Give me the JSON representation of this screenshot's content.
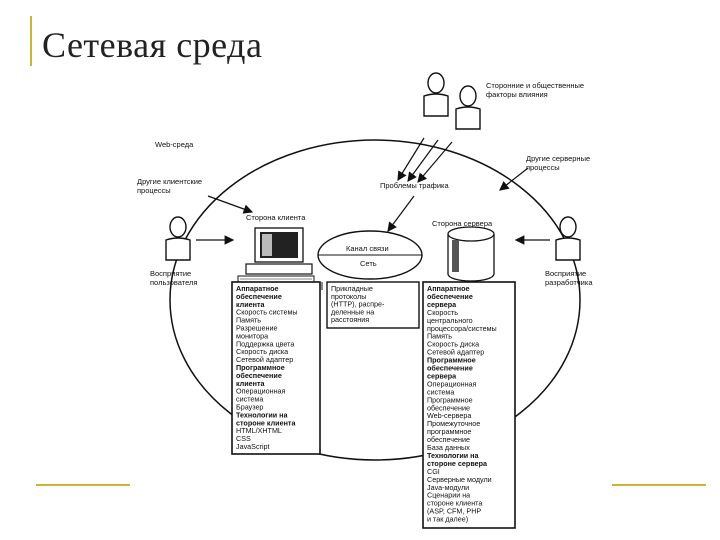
{
  "slide": {
    "title": "Сетевая среда"
  },
  "diagram": {
    "web_env_label": "Web-среда",
    "external_factors": [
      "Сторонние и общественные",
      "факторы влияния"
    ],
    "other_server_processes": [
      "Другие серверные",
      "процессы"
    ],
    "other_client_processes": [
      "Другие клиентские",
      "процессы"
    ],
    "traffic_problems": "Проблемы трафика",
    "client_side": "Сторона клиента",
    "server_side": "Сторона сервера",
    "channel": "Канал связи",
    "network": "Сеть",
    "user_perception": [
      "Восприятие",
      "пользователя"
    ],
    "developer_perception": [
      "Восприятие",
      "разработчика"
    ],
    "client_box": [
      {
        "text": "Аппаратное",
        "bold": true
      },
      {
        "text": "обеспечение",
        "bold": true
      },
      {
        "text": "клиента",
        "bold": true
      },
      {
        "text": "Скорость системы",
        "bold": false
      },
      {
        "text": "Память",
        "bold": false
      },
      {
        "text": "Разрешение",
        "bold": false
      },
      {
        "text": "монитора",
        "bold": false
      },
      {
        "text": "Поддержка цвета",
        "bold": false
      },
      {
        "text": "Скорость диска",
        "bold": false
      },
      {
        "text": "Сетевой адаптер",
        "bold": false
      },
      {
        "text": "Программное",
        "bold": true
      },
      {
        "text": "обеспечение",
        "bold": true
      },
      {
        "text": "клиента",
        "bold": true
      },
      {
        "text": "Операционная",
        "bold": false
      },
      {
        "text": "система",
        "bold": false
      },
      {
        "text": "Браузер",
        "bold": false
      },
      {
        "text": "Технологии на",
        "bold": true
      },
      {
        "text": "стороне клиента",
        "bold": true
      },
      {
        "text": "HTML/XHTML",
        "bold": false
      },
      {
        "text": "CSS",
        "bold": false
      },
      {
        "text": "JavaScript",
        "bold": false
      }
    ],
    "protocol_box": [
      {
        "text": "Прикладные",
        "bold": false
      },
      {
        "text": "протоколы",
        "bold": false
      },
      {
        "text": "(HTTP), распре-",
        "bold": false
      },
      {
        "text": "деленные на",
        "bold": false
      },
      {
        "text": "расстояния",
        "bold": false
      }
    ],
    "server_box": [
      {
        "text": "Аппаратное",
        "bold": true
      },
      {
        "text": "обеспечение",
        "bold": true
      },
      {
        "text": "сервера",
        "bold": true
      },
      {
        "text": "Скорость",
        "bold": false
      },
      {
        "text": "центрального",
        "bold": false
      },
      {
        "text": "процессора/системы",
        "bold": false
      },
      {
        "text": "Память",
        "bold": false
      },
      {
        "text": "Скорость диска",
        "bold": false
      },
      {
        "text": "Сетевой адаптер",
        "bold": false
      },
      {
        "text": "Программное",
        "bold": true
      },
      {
        "text": "обеспечение",
        "bold": true
      },
      {
        "text": "сервера",
        "bold": true
      },
      {
        "text": "Операционная",
        "bold": false
      },
      {
        "text": "система",
        "bold": false
      },
      {
        "text": "Программное",
        "bold": false
      },
      {
        "text": "обеспечение",
        "bold": false
      },
      {
        "text": "Web-сервера",
        "bold": false
      },
      {
        "text": "Промежуточное",
        "bold": false
      },
      {
        "text": "программное",
        "bold": false
      },
      {
        "text": "обеспечение",
        "bold": false
      },
      {
        "text": "База данных",
        "bold": false
      },
      {
        "text": "Технологии на",
        "bold": true
      },
      {
        "text": "стороне сервера",
        "bold": true
      },
      {
        "text": "CGI",
        "bold": false
      },
      {
        "text": "Серверные модули",
        "bold": false
      },
      {
        "text": "Java-модули",
        "bold": false
      },
      {
        "text": "Сценарии на",
        "bold": false
      },
      {
        "text": "стороне клиента",
        "bold": false
      },
      {
        "text": "(ASP, CFM, PHP",
        "bold": false
      },
      {
        "text": "и так далее)",
        "bold": false
      }
    ]
  }
}
